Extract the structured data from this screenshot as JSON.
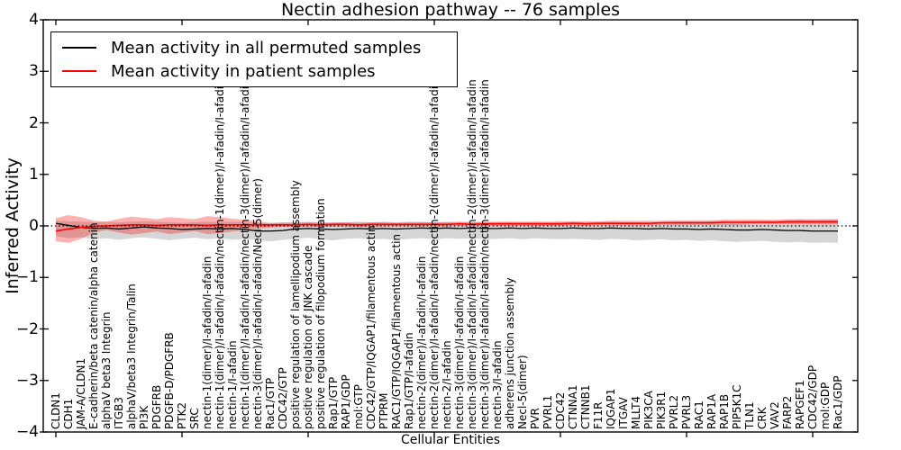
{
  "chart_data": {
    "type": "line",
    "title": "Nectin adhesion pathway -- 76 samples",
    "xlabel": "Cellular Entities",
    "ylabel": "Inferred Activity",
    "ylim": [
      -4,
      4
    ],
    "yticks": [
      -4,
      -3,
      -2,
      -1,
      0,
      1,
      2,
      3,
      4
    ],
    "baseline": 0,
    "baseline_style": "dotted",
    "grid": false,
    "legend_position": "upper left",
    "categories": [
      "CLDN1",
      "CDH1",
      "JAM-A/CLDN1",
      "E-cadherin/beta catenin/alpha catenin",
      "alphaV beta3 Integrin",
      "ITGB3",
      "alphaV/beta3 Integrin/Talin",
      "PI3K",
      "PDGFRB",
      "PDGFB-D/PDGFRB",
      "PTK2",
      "SRC",
      "nectin-1(dimer)/I-afadin/I-afadin",
      "nectin-1(dimer)/I-afadin/I-afadin/nectin-1(dimer)/I-afadin/I-afadin",
      "nectin-1/I-afadin",
      "nectin-1(dimer)/I-afadin/I-afadin/nectin-3(dimer)/I-afadin/I-afadin",
      "nectin-3(dimer)/I-afadin/I-afadin/Necl-5(dimer)",
      "Rac1/GTP",
      "CDC42/GTP",
      "positive regulation of lamellipodium assembly",
      "positive regulation of JNK cascade",
      "positive regulation of filopodium formation",
      "Rap1/GTP",
      "RAP1/GDP",
      "mol:GTP",
      "CDC42/GTP/IQGAP1/filamentous actin",
      "PTPRM",
      "RAC1/GTP/IQGAP1/filamentous actin",
      "Rap1/GTP/I-afadin",
      "nectin-2(dimer)/I-afadin/I-afadin",
      "nectin-2(dimer)/I-afadin/I-afadin/nectin-2(dimer)/I-afadin/I-afadin",
      "nectin-2/I-afadin",
      "nectin-3(dimer)/I-afadin/I-afadin",
      "nectin-3(dimer)/I-afadin/I-afadin/nectin-2(dimer)/I-afadin/I-afadin",
      "nectin-3(dimer)/I-afadin/I-afadin/nectin-3(dimer)/I-afadin/I-afadin",
      "nectin-3/I-afadin",
      "adherens junction assembly",
      "Necl-5(dimer)",
      "PVR",
      "PVRL1",
      "CDC42",
      "CTNNA1",
      "CTNNB1",
      "F11R",
      "IQGAP1",
      "ITGAV",
      "MLLT4",
      "PIK3CA",
      "PIK3R1",
      "PVRL2",
      "PVRL3",
      "RAC1",
      "RAP1A",
      "RAP1B",
      "PIP5K1C",
      "TLN1",
      "CRK",
      "VAV2",
      "FARP2",
      "RAPGEF1",
      "CDC42/GDP",
      "mol:GDP",
      "Rac1/GDP"
    ],
    "series": [
      {
        "name": "Mean activity in all permuted samples",
        "color": "#000000",
        "band_color": "rgba(0,0,0,0.16)",
        "values": [
          0.05,
          0.01,
          -0.03,
          -0.05,
          -0.04,
          -0.06,
          -0.04,
          -0.02,
          -0.04,
          -0.05,
          -0.07,
          -0.06,
          -0.05,
          -0.06,
          -0.05,
          -0.07,
          -0.1,
          -0.1,
          -0.09,
          -0.06,
          -0.05,
          -0.06,
          -0.07,
          -0.06,
          -0.05,
          -0.06,
          -0.05,
          -0.06,
          -0.05,
          -0.04,
          -0.05,
          -0.04,
          -0.05,
          -0.04,
          -0.05,
          -0.05,
          -0.04,
          -0.05,
          -0.04,
          -0.05,
          -0.05,
          -0.04,
          -0.05,
          -0.05,
          -0.04,
          -0.05,
          -0.05,
          -0.06,
          -0.05,
          -0.06,
          -0.06,
          -0.07,
          -0.06,
          -0.07,
          -0.08,
          -0.08,
          -0.07,
          -0.08,
          -0.09,
          -0.09,
          -0.1,
          -0.1,
          -0.1
        ],
        "band_upper": [
          0.1,
          0.09,
          0.08,
          0.07,
          0.08,
          0.07,
          0.08,
          0.09,
          0.08,
          0.07,
          0.06,
          0.07,
          0.08,
          0.07,
          0.08,
          0.07,
          0.06,
          0.05,
          0.06,
          0.07,
          0.08,
          0.07,
          0.06,
          0.07,
          0.08,
          0.07,
          0.08,
          0.07,
          0.08,
          0.08,
          0.07,
          0.08,
          0.07,
          0.08,
          0.07,
          0.07,
          0.08,
          0.07,
          0.08,
          0.07,
          0.07,
          0.08,
          0.07,
          0.07,
          0.08,
          0.07,
          0.07,
          0.06,
          0.07,
          0.08,
          0.09,
          0.08,
          0.09,
          0.1,
          0.09,
          0.1,
          0.11,
          0.1,
          0.11,
          0.12,
          0.11,
          0.12,
          0.12
        ],
        "band_lower": [
          -0.2,
          -0.24,
          -0.22,
          -0.26,
          -0.24,
          -0.27,
          -0.24,
          -0.22,
          -0.25,
          -0.28,
          -0.25,
          -0.23,
          -0.26,
          -0.24,
          -0.27,
          -0.25,
          -0.28,
          -0.3,
          -0.27,
          -0.25,
          -0.23,
          -0.26,
          -0.28,
          -0.25,
          -0.24,
          -0.26,
          -0.25,
          -0.27,
          -0.25,
          -0.24,
          -0.26,
          -0.24,
          -0.25,
          -0.24,
          -0.26,
          -0.25,
          -0.24,
          -0.26,
          -0.24,
          -0.25,
          -0.26,
          -0.25,
          -0.26,
          -0.27,
          -0.25,
          -0.26,
          -0.28,
          -0.27,
          -0.26,
          -0.28,
          -0.27,
          -0.29,
          -0.28,
          -0.3,
          -0.31,
          -0.3,
          -0.29,
          -0.31,
          -0.32,
          -0.31,
          -0.33,
          -0.32,
          -0.33
        ]
      },
      {
        "name": "Mean activity in patient samples",
        "color": "#ff0000",
        "band_color": "rgba(255,0,0,0.30)",
        "values": [
          -0.1,
          -0.06,
          -0.03,
          -0.01,
          0.0,
          0.01,
          0.02,
          0.02,
          0.01,
          0.02,
          0.02,
          0.02,
          0.01,
          0.02,
          0.02,
          0.02,
          0.02,
          0.02,
          0.02,
          0.02,
          0.03,
          0.02,
          0.03,
          0.03,
          0.02,
          0.03,
          0.03,
          0.03,
          0.03,
          0.03,
          0.03,
          0.03,
          0.04,
          0.03,
          0.04,
          0.04,
          0.04,
          0.04,
          0.04,
          0.04,
          0.04,
          0.05,
          0.04,
          0.05,
          0.05,
          0.05,
          0.05,
          0.05,
          0.06,
          0.06,
          0.06,
          0.06,
          0.06,
          0.07,
          0.07,
          0.07,
          0.07,
          0.07,
          0.08,
          0.08,
          0.08,
          0.08,
          0.08
        ],
        "band_upper": [
          0.15,
          0.21,
          0.17,
          0.1,
          0.08,
          0.14,
          0.18,
          0.16,
          0.13,
          0.17,
          0.15,
          0.13,
          0.19,
          0.17,
          0.14,
          0.12,
          0.09,
          0.06,
          0.07,
          0.06,
          0.07,
          0.06,
          0.07,
          0.07,
          0.06,
          0.07,
          0.07,
          0.06,
          0.07,
          0.07,
          0.07,
          0.07,
          0.08,
          0.07,
          0.08,
          0.08,
          0.08,
          0.08,
          0.08,
          0.08,
          0.09,
          0.09,
          0.09,
          0.09,
          0.1,
          0.1,
          0.1,
          0.1,
          0.1,
          0.11,
          0.11,
          0.11,
          0.11,
          0.12,
          0.12,
          0.12,
          0.12,
          0.12,
          0.13,
          0.13,
          0.13,
          0.13,
          0.13
        ],
        "band_lower": [
          -0.3,
          -0.33,
          -0.25,
          -0.13,
          -0.08,
          -0.13,
          -0.17,
          -0.14,
          -0.11,
          -0.16,
          -0.13,
          -0.1,
          -0.16,
          -0.14,
          -0.11,
          -0.08,
          -0.05,
          -0.03,
          -0.02,
          -0.02,
          -0.01,
          -0.02,
          -0.01,
          -0.01,
          -0.02,
          -0.01,
          -0.01,
          0.0,
          -0.01,
          -0.01,
          0.0,
          -0.01,
          0.0,
          -0.01,
          0.0,
          0.0,
          0.0,
          0.0,
          0.0,
          0.0,
          0.0,
          0.01,
          0.0,
          0.01,
          0.01,
          0.01,
          0.01,
          0.01,
          0.02,
          0.02,
          0.02,
          0.02,
          0.02,
          0.02,
          0.02,
          0.03,
          0.03,
          0.03,
          0.03,
          0.03,
          0.03,
          0.03,
          0.03
        ]
      }
    ]
  },
  "colors": {
    "axis": "#000000",
    "background": "#ffffff",
    "permuted_line": "#000000",
    "patient_line": "#ff0000"
  }
}
